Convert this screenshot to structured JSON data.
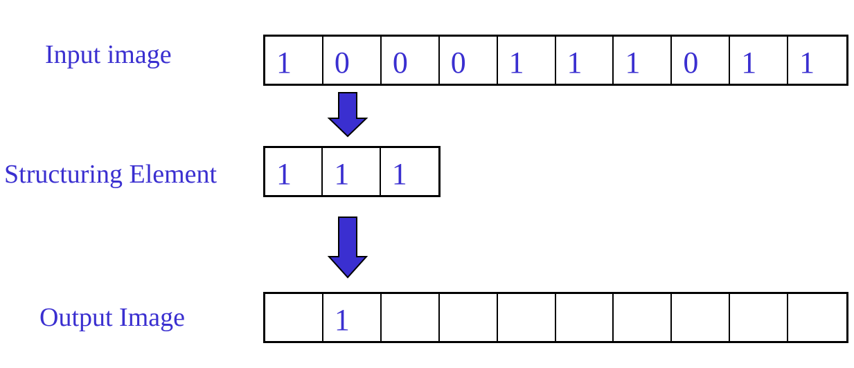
{
  "labels": {
    "input": "Input image",
    "structuring_element": "Structuring Element",
    "output": "Output Image"
  },
  "input_image": [
    "1",
    "0",
    "0",
    "0",
    "1",
    "1",
    "1",
    "0",
    "1",
    "1"
  ],
  "structuring_element": [
    "1",
    "1",
    "1"
  ],
  "output_image": [
    "",
    "1",
    "",
    "",
    "",
    "",
    "",
    "",
    "",
    ""
  ],
  "colors": {
    "text": "#3a2fd0",
    "arrow_fill": "#3a2fd0",
    "arrow_stroke": "#000000",
    "border": "#000000"
  },
  "icons": {
    "arrow_1": "down-arrow-icon",
    "arrow_2": "down-arrow-icon"
  }
}
